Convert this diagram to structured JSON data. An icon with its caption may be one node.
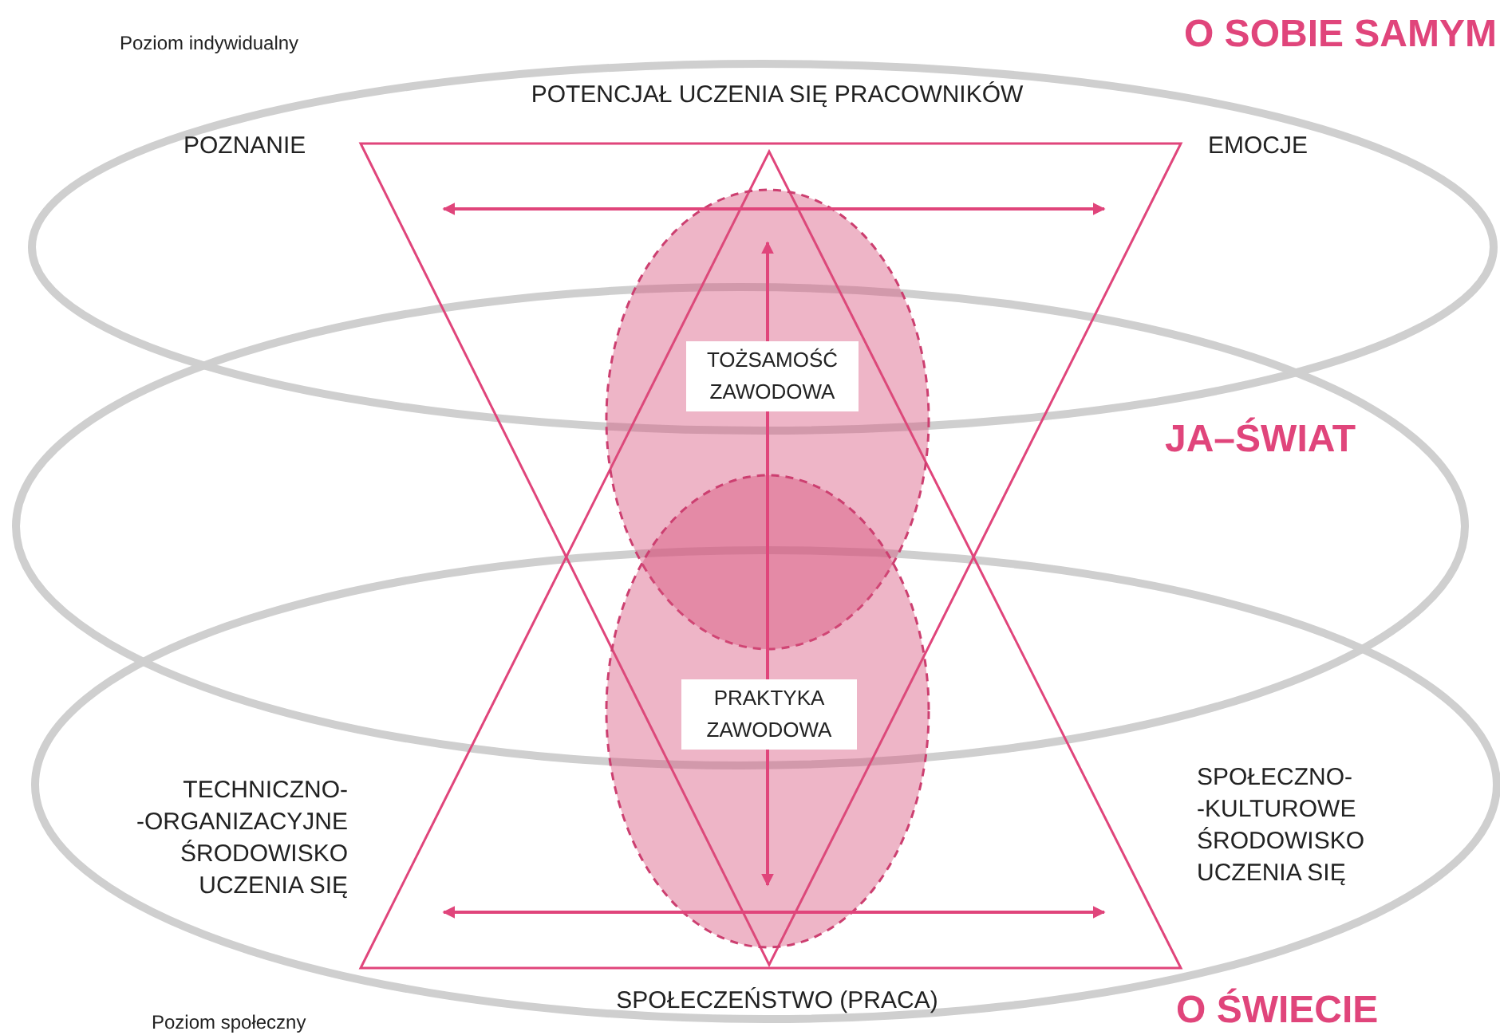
{
  "diagram": {
    "nodes": [
      {
        "text": [
          "TOŻSAMOŚĆ ZAWODOWA"
        ]
      },
      {
        "text": [
          "PRAKTYKA ZAWODOWA"
        ]
      }
    ],
    "edges": [
      {
        "from": 0,
        "to": 1,
        "arrow": "both"
      }
    ],
    "labels": [
      "Poziom indywidualny",
      "O SOBIE SAMYM",
      "POTENCJAŁ UCZENIA SIĘ PRACOWNIKÓW",
      "POZNANIE",
      "EMOCJE",
      "JA–ŚWIAT",
      "TECHNICZNO- -ORGANIZACYJNE ŚRODOWISKO UCZENIA SIĘ",
      "SPOŁECZNO- -KULTUROWE ŚRODOWISKO UCZENIA SIĘ",
      "SPOŁECZEŃSTWO (PRACA)",
      "Poziom społeczny",
      "O ŚWIECIE"
    ]
  }
}
